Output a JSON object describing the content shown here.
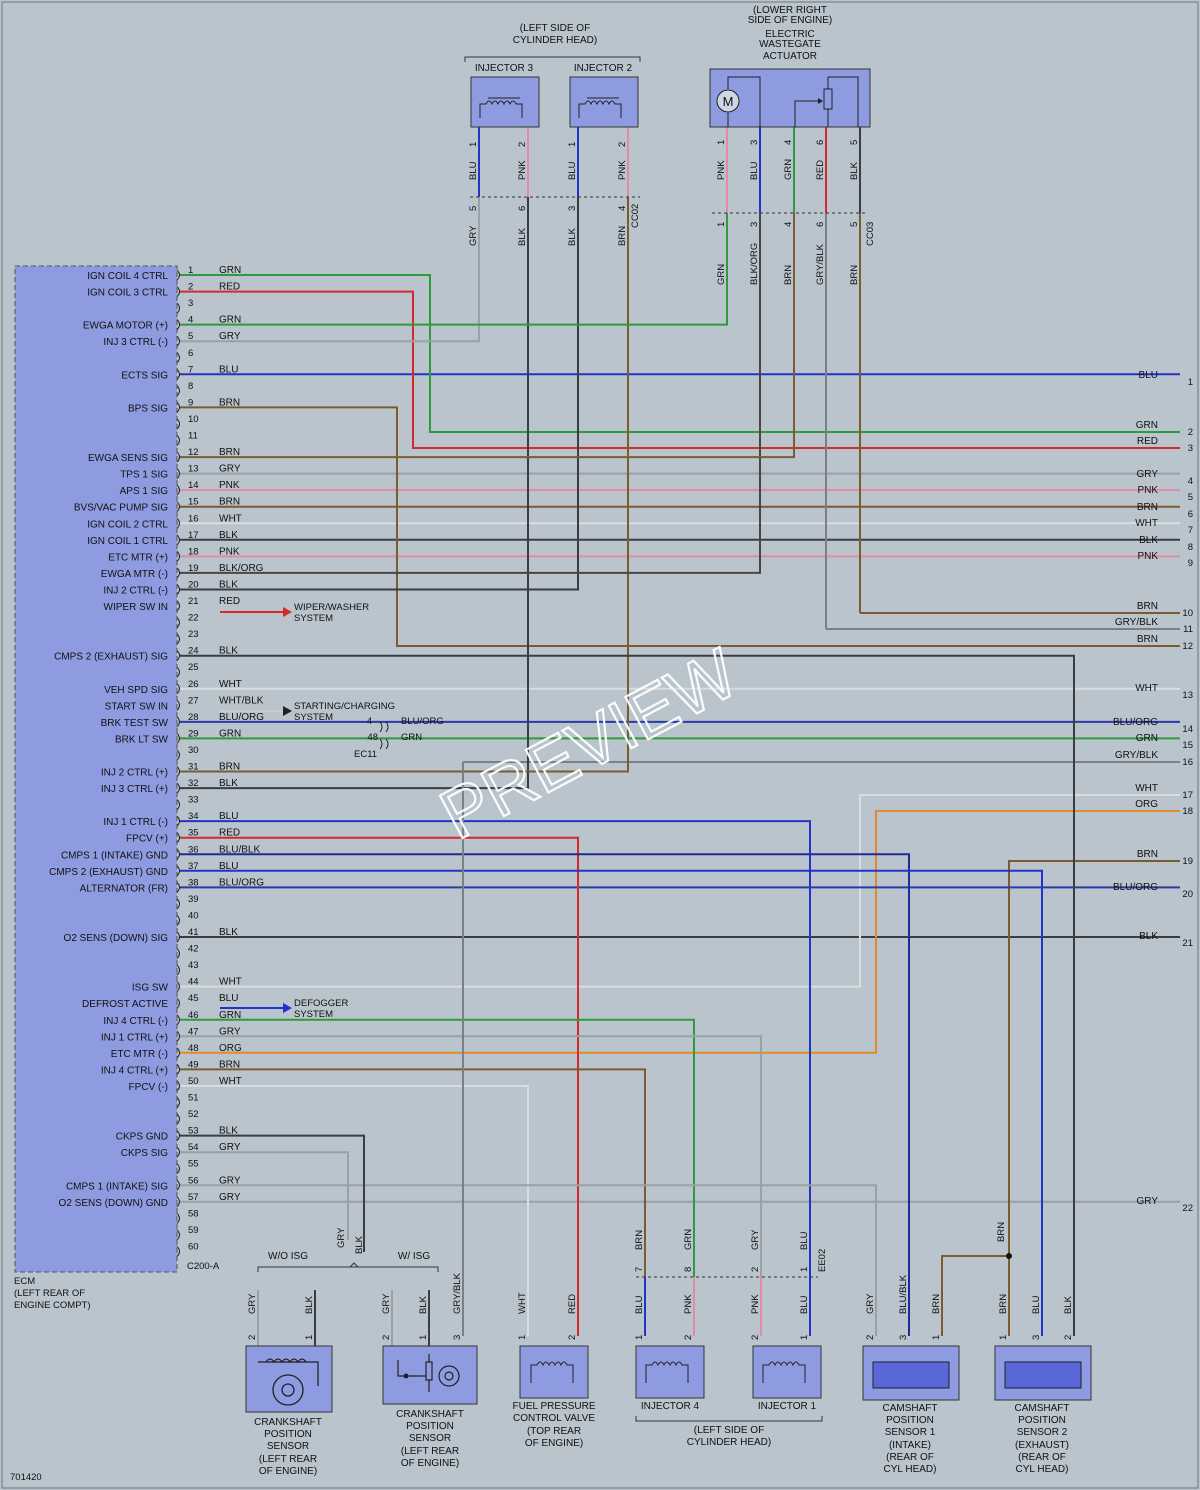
{
  "diagram_id": "701420",
  "ecm": {
    "label_lines": [
      "ECM",
      "(LEFT REAR OF",
      "ENGINE COMPT)"
    ],
    "connector": "C200-A"
  },
  "ecm_pins": [
    {
      "n": "1",
      "sig": "IGN COIL 4 CTRL",
      "clr": "GRN"
    },
    {
      "n": "2",
      "sig": "IGN COIL 3 CTRL",
      "clr": "RED"
    },
    {
      "n": "3",
      "sig": "",
      "clr": ""
    },
    {
      "n": "4",
      "sig": "EWGA MOTOR (+)",
      "clr": "GRN"
    },
    {
      "n": "5",
      "sig": "INJ 3 CTRL (-)",
      "clr": "GRY"
    },
    {
      "n": "6",
      "sig": "",
      "clr": ""
    },
    {
      "n": "7",
      "sig": "ECTS SIG",
      "clr": "BLU"
    },
    {
      "n": "8",
      "sig": "",
      "clr": ""
    },
    {
      "n": "9",
      "sig": "BPS SIG",
      "clr": "BRN"
    },
    {
      "n": "10",
      "sig": "",
      "clr": ""
    },
    {
      "n": "11",
      "sig": "",
      "clr": ""
    },
    {
      "n": "12",
      "sig": "EWGA SENS SIG",
      "clr": "BRN"
    },
    {
      "n": "13",
      "sig": "TPS 1 SIG",
      "clr": "GRY"
    },
    {
      "n": "14",
      "sig": "APS 1 SIG",
      "clr": "PNK"
    },
    {
      "n": "15",
      "sig": "BVS/VAC PUMP SIG",
      "clr": "BRN"
    },
    {
      "n": "16",
      "sig": "IGN COIL 2 CTRL",
      "clr": "WHT"
    },
    {
      "n": "17",
      "sig": "IGN COIL 1 CTRL",
      "clr": "BLK"
    },
    {
      "n": "18",
      "sig": "ETC MTR (+)",
      "clr": "PNK"
    },
    {
      "n": "19",
      "sig": "EWGA MTR (-)",
      "clr": "BLK/ORG"
    },
    {
      "n": "20",
      "sig": "INJ 2 CTRL (-)",
      "clr": "BLK"
    },
    {
      "n": "21",
      "sig": "WIPER SW IN",
      "clr": "RED"
    },
    {
      "n": "22",
      "sig": "",
      "clr": ""
    },
    {
      "n": "23",
      "sig": "",
      "clr": ""
    },
    {
      "n": "24",
      "sig": "CMPS 2 (EXHAUST) SIG",
      "clr": "BLK"
    },
    {
      "n": "25",
      "sig": "",
      "clr": ""
    },
    {
      "n": "26",
      "sig": "VEH SPD SIG",
      "clr": "WHT"
    },
    {
      "n": "27",
      "sig": "START SW IN",
      "clr": "WHT/BLK"
    },
    {
      "n": "28",
      "sig": "BRK TEST SW",
      "clr": "BLU/ORG"
    },
    {
      "n": "29",
      "sig": "BRK LT SW",
      "clr": "GRN"
    },
    {
      "n": "30",
      "sig": "",
      "clr": ""
    },
    {
      "n": "31",
      "sig": "INJ 2 CTRL (+)",
      "clr": "BRN"
    },
    {
      "n": "32",
      "sig": "INJ 3 CTRL (+)",
      "clr": "BLK"
    },
    {
      "n": "33",
      "sig": "",
      "clr": ""
    },
    {
      "n": "34",
      "sig": "INJ 1 CTRL (-)",
      "clr": "BLU"
    },
    {
      "n": "35",
      "sig": "FPCV (+)",
      "clr": "RED"
    },
    {
      "n": "36",
      "sig": "CMPS 1 (INTAKE) GND",
      "clr": "BLU/BLK"
    },
    {
      "n": "37",
      "sig": "CMPS 2 (EXHAUST) GND",
      "clr": "BLU"
    },
    {
      "n": "38",
      "sig": "ALTERNATOR (FR)",
      "clr": "BLU/ORG"
    },
    {
      "n": "39",
      "sig": "",
      "clr": ""
    },
    {
      "n": "40",
      "sig": "",
      "clr": ""
    },
    {
      "n": "41",
      "sig": "O2 SENS (DOWN) SIG",
      "clr": "BLK"
    },
    {
      "n": "42",
      "sig": "",
      "clr": ""
    },
    {
      "n": "43",
      "sig": "",
      "clr": ""
    },
    {
      "n": "44",
      "sig": "ISG SW",
      "clr": "WHT"
    },
    {
      "n": "45",
      "sig": "DEFROST ACTIVE",
      "clr": "BLU"
    },
    {
      "n": "46",
      "sig": "INJ 4 CTRL (-)",
      "clr": "GRN"
    },
    {
      "n": "47",
      "sig": "INJ 1 CTRL (+)",
      "clr": "GRY"
    },
    {
      "n": "48",
      "sig": "ETC MTR (-)",
      "clr": "ORG"
    },
    {
      "n": "49",
      "sig": "INJ 4 CTRL (+)",
      "clr": "BRN"
    },
    {
      "n": "50",
      "sig": "FPCV (-)",
      "clr": "WHT"
    },
    {
      "n": "51",
      "sig": "",
      "clr": ""
    },
    {
      "n": "52",
      "sig": "",
      "clr": ""
    },
    {
      "n": "53",
      "sig": "CKPS GND",
      "clr": "BLK"
    },
    {
      "n": "54",
      "sig": "CKPS SIG",
      "clr": "GRY"
    },
    {
      "n": "55",
      "sig": "",
      "clr": ""
    },
    {
      "n": "56",
      "sig": "CMPS 1 (INTAKE) SIG",
      "clr": "GRY"
    },
    {
      "n": "57",
      "sig": "O2 SENS (DOWN) GND",
      "clr": "GRY"
    },
    {
      "n": "58",
      "sig": "",
      "clr": ""
    },
    {
      "n": "59",
      "sig": "",
      "clr": ""
    },
    {
      "n": "60",
      "sig": "",
      "clr": ""
    }
  ],
  "right_exits": [
    {
      "n": "1",
      "clr": "BLU"
    },
    {
      "n": "2",
      "clr": "GRN"
    },
    {
      "n": "3",
      "clr": "RED"
    },
    {
      "n": "4",
      "clr": "GRY"
    },
    {
      "n": "5",
      "clr": "PNK"
    },
    {
      "n": "6",
      "clr": "BRN"
    },
    {
      "n": "7",
      "clr": "WHT"
    },
    {
      "n": "8",
      "clr": "BLK"
    },
    {
      "n": "9",
      "clr": "PNK"
    },
    {
      "n": "10",
      "clr": "BRN"
    },
    {
      "n": "11",
      "clr": "GRY/BLK"
    },
    {
      "n": "12",
      "clr": "BRN"
    },
    {
      "n": "13",
      "clr": "WHT"
    },
    {
      "n": "14",
      "clr": "BLU/ORG"
    },
    {
      "n": "15",
      "clr": "GRN"
    },
    {
      "n": "16",
      "clr": "GRY/BLK"
    },
    {
      "n": "17",
      "clr": "WHT"
    },
    {
      "n": "18",
      "clr": "ORG"
    },
    {
      "n": "19",
      "clr": "BRN"
    },
    {
      "n": "20",
      "clr": "BLU/ORG"
    },
    {
      "n": "21",
      "clr": "BLK"
    },
    {
      "n": "22",
      "clr": "GRY"
    }
  ],
  "systems": {
    "wiper": [
      "WIPER/WASHER",
      "SYSTEM"
    ],
    "starting": [
      "STARTING/CHARGING",
      "SYSTEM"
    ],
    "defogger": [
      "DEFOGGER",
      "SYSTEM"
    ]
  },
  "ec11": {
    "name": "EC11",
    "pin_a": "4",
    "clr_a": "BLU/ORG",
    "pin_b": "48",
    "clr_b": "GRN"
  },
  "top_left": {
    "location": [
      "(LEFT SIDE OF",
      "CYLINDER HEAD)"
    ],
    "injector3": "INJECTOR 3",
    "injector2": "INJECTOR 2",
    "connector": "CC02",
    "comp_wires": [
      {
        "pin": "1",
        "clr": "BLU"
      },
      {
        "pin": "2",
        "clr": "PNK"
      },
      {
        "pin": "1",
        "clr": "BLU"
      },
      {
        "pin": "2",
        "clr": "PNK"
      }
    ],
    "harness_wires": [
      {
        "pin": "5",
        "clr": "GRY"
      },
      {
        "pin": "6",
        "clr": "BLK"
      },
      {
        "pin": "3",
        "clr": "BLK"
      },
      {
        "pin": "4",
        "clr": "BRN"
      }
    ]
  },
  "top_right": {
    "location": [
      "(LOWER RIGHT",
      "SIDE OF ENGINE)"
    ],
    "name": [
      "ELECTRIC",
      "WASTEGATE",
      "ACTUATOR"
    ],
    "motor": "M",
    "connector": "CC03",
    "comp_wires": [
      {
        "pin": "1",
        "clr": "PNK"
      },
      {
        "pin": "3",
        "clr": "BLU"
      },
      {
        "pin": "4",
        "clr": "GRN"
      },
      {
        "pin": "6",
        "clr": "RED"
      },
      {
        "pin": "5",
        "clr": "BLK"
      }
    ],
    "harness_wires": [
      {
        "pin": "1",
        "clr": "GRN"
      },
      {
        "pin": "3",
        "clr": "BLK/ORG"
      },
      {
        "pin": "4",
        "clr": "BRN"
      },
      {
        "pin": "6",
        "clr": "GRY/BLK"
      },
      {
        "pin": "5",
        "clr": "BRN"
      }
    ]
  },
  "bottom": {
    "wo_isg": "W/O ISG",
    "w_isg": "W/ ISG",
    "ckps_above": [
      {
        "clr": "GRY"
      },
      {
        "clr": "BLK"
      }
    ],
    "ckps_wo": {
      "wires": [
        {
          "pin": "2",
          "clr": "GRY"
        },
        {
          "pin": "1",
          "clr": "BLK"
        }
      ]
    },
    "ckps_w": {
      "wires": [
        {
          "pin": "2",
          "clr": "GRY"
        },
        {
          "pin": "1",
          "clr": "BLK"
        },
        {
          "pin": "3",
          "clr": "GRY/BLK"
        }
      ]
    },
    "ckps_label": [
      "CRANKSHAFT",
      "POSITION",
      "SENSOR",
      "(LEFT REAR",
      "OF ENGINE)"
    ],
    "fpcv": {
      "wires": [
        {
          "pin": "1",
          "clr": "WHT"
        },
        {
          "pin": "2",
          "clr": "RED"
        }
      ],
      "label": [
        "FUEL PRESSURE",
        "CONTROL VALVE",
        "(TOP REAR",
        "OF ENGINE)"
      ]
    },
    "ee02": {
      "name": "EE02",
      "above": [
        {
          "pin": "7",
          "clr": "BRN"
        },
        {
          "pin": "8",
          "clr": "GRN"
        },
        {
          "pin": "2",
          "clr": "GRY"
        },
        {
          "pin": "1",
          "clr": "BLU"
        }
      ]
    },
    "injector4": {
      "name": "INJECTOR 4",
      "wires": [
        {
          "pin": "1",
          "clr": "BLU"
        },
        {
          "pin": "2",
          "clr": "PNK"
        }
      ]
    },
    "injector1": {
      "name": "INJECTOR 1",
      "wires": [
        {
          "pin": "2",
          "clr": "PNK"
        },
        {
          "pin": "1",
          "clr": "BLU"
        }
      ]
    },
    "inj_location": [
      "(LEFT SIDE OF",
      "CYLINDER HEAD)"
    ],
    "cmps1": {
      "wires": [
        {
          "pin": "2",
          "clr": "GRY"
        },
        {
          "pin": "3",
          "clr": "BLU/BLK"
        },
        {
          "pin": "1",
          "clr": "BRN"
        }
      ],
      "label": [
        "CAMSHAFT",
        "POSITION",
        "SENSOR 1",
        "(INTAKE)",
        "(REAR OF",
        "CYL HEAD)"
      ]
    },
    "cmps2": {
      "wires": [
        {
          "pin": "1",
          "clr": "BRN"
        },
        {
          "pin": "3",
          "clr": "BLU"
        },
        {
          "pin": "2",
          "clr": "BLK"
        }
      ],
      "label": [
        "CAMSHAFT",
        "POSITION",
        "SENSOR 2",
        "(EXHAUST)",
        "(REAR OF",
        "CYL HEAD)"
      ]
    },
    "splice_clr": "BRN"
  },
  "watermark": "PREVIEW",
  "wire_colors": {
    "GRN": "#2f9a3a",
    "RED": "#d42a2a",
    "GRY": "#9aa0a6",
    "BLU": "#2233c8",
    "BRN": "#7a5c2e",
    "PNK": "#e48aa6",
    "WHT": "#d9dde0",
    "BLK": "#3a3d42",
    "BLK/ORG": "#4a4540",
    "GRY/BLK": "#7b8088",
    "BLU/ORG": "#2a3aa8",
    "BLU/BLK": "#1e2b9a",
    "WHT/BLK": "#c8cccf",
    "ORG": "#e08a2a"
  }
}
